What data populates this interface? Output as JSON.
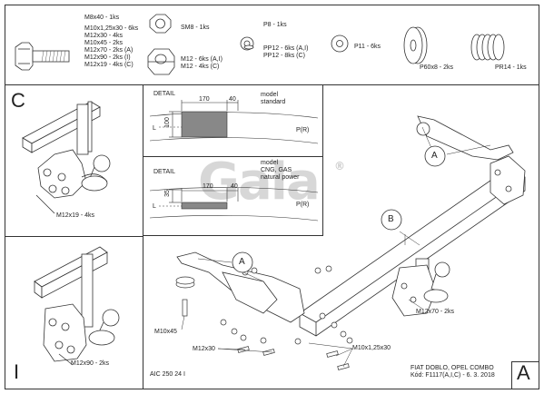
{
  "parts": {
    "bolt_lines": [
      "M8x40 - 1ks",
      "M10x1,25x30 - 6ks",
      "M12x30 - 4ks",
      "M10x45 - 2ks",
      "M12x70 - 2ks (A)",
      "M12x90 - 2ks (I)",
      "M12x19 - 4ks (C)"
    ],
    "nut_sm8": "SM8 - 1ks",
    "nut_m12_lines": [
      "M12 - 6ks (A,I)",
      "M12 - 4ks (C)"
    ],
    "washer_p8": "P8 - 1ks",
    "washer_pp12_lines": [
      "PP12 - 6ks (A,I)",
      "PP12 - 8ks (C)"
    ],
    "washer_p11": "P11 - 6ks",
    "washer_p60": "P60x8 - 2ks",
    "spring_pr14": "PR14 - 1ks"
  },
  "panels": {
    "c_letter": "C",
    "c_label": "M12x19 - 4ks",
    "i_letter": "I",
    "i_label": "M12x90 - 2ks",
    "a_letter": "A"
  },
  "detail_top": {
    "title": "DETAIL",
    "dim_width": "170",
    "dim_offset": "40",
    "dim_height": "100",
    "l_label": "L",
    "p_label": "P(R)",
    "model_lines": [
      "model",
      "standard"
    ]
  },
  "detail_bottom": {
    "title": "DETAIL",
    "dim_width": "170",
    "dim_offset": "40",
    "dim_height": "35",
    "l_label": "L",
    "p_label": "P(R)",
    "model_lines": [
      "model",
      "CNG, GAS",
      "natural power"
    ]
  },
  "main": {
    "callout_a1": "A",
    "callout_b": "B",
    "callout_a2": "A",
    "label_m12x70": "M12x70 - 2ks",
    "label_m10x45": "M10x45",
    "label_m12x30": "M12x30",
    "label_m10x125": "M10x1,25x30"
  },
  "footer": {
    "code": "AIC 250 24 I",
    "vehicle": "FIAT DOBLO, OPEL COMBO",
    "kod": "Kód: F1117(A,I,C) - 6. 3. 2018"
  },
  "brand": {
    "logo_text": "Gala",
    "registered": "®"
  }
}
